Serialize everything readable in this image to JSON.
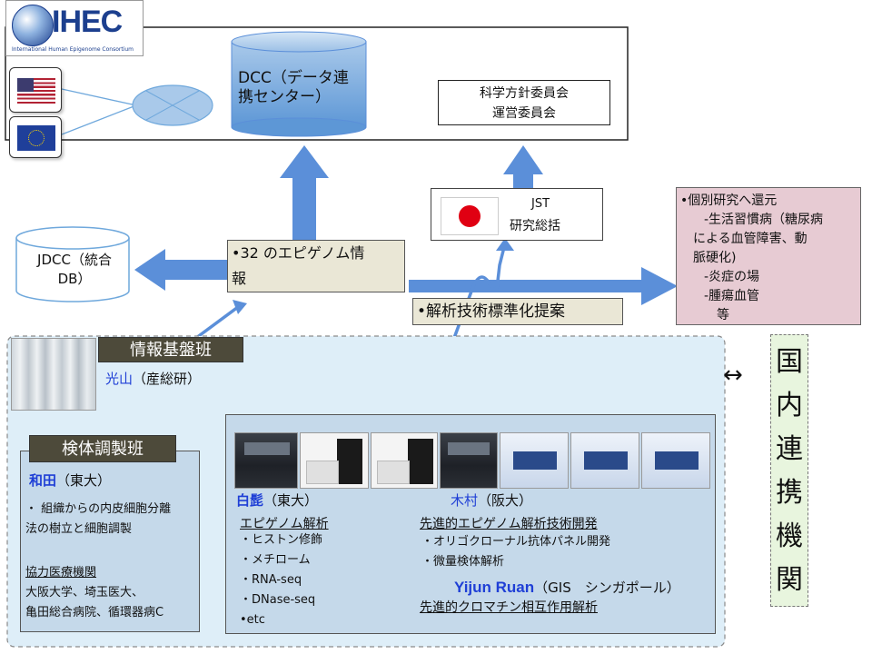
{
  "logo": {
    "text": "IHEC",
    "subtext": "International Human Epigenome Consortium"
  },
  "dcc": {
    "line1": "DCC（データ連",
    "line2": "携センター）"
  },
  "committee": {
    "line1": "科学方針委員会",
    "line2": "運営委員会"
  },
  "jst": {
    "line1": "JST",
    "line2": "研究総括"
  },
  "jdcc": {
    "line1": "JDCC（統合",
    "line2": "DB）"
  },
  "epigenome_info": {
    "line1": "•32 のエピゲノム情",
    "line2": "報"
  },
  "standardization": {
    "text": "•解析技術標準化提案"
  },
  "feedback": {
    "line1": "•個別研究へ還元",
    "line2": "-生活習慣病（糖尿病",
    "line3": "による血管障害、動",
    "line4": "脈硬化)",
    "line5": "-炎症の場",
    "line6": "-腫瘍血管",
    "line7": "等"
  },
  "domestic": {
    "chars": [
      "国",
      "内",
      "連",
      "携",
      "機",
      "関"
    ],
    "arrow": "↔"
  },
  "info_team": {
    "title": "情報基盤班",
    "leader_name": "光山",
    "leader_affil": "（産総研）"
  },
  "sample_team": {
    "title": "検体調製班",
    "leader_name": "和田",
    "leader_affil": "（東大）",
    "desc1": "・ 組織からの内皮細胞分離",
    "desc2": "法の樹立と細胞調製",
    "coop_heading": "協力医療機関",
    "coop1": "大阪大学、埼玉医大、",
    "coop2": "亀田総合病院、循環器病C"
  },
  "analysis": {
    "shirahige_name": "白髭",
    "shirahige_affil": "（東大）",
    "shirahige_heading": "エピゲノム解析",
    "shirahige_items": [
      "・ヒストン修飾",
      "・メチローム",
      "・RNA-seq",
      "・DNase-seq",
      "•etc"
    ],
    "kimura_name": "木村",
    "kimura_affil": "（阪大）",
    "kimura_heading": "先進的エピゲノム解析技術開発",
    "kimura_items": [
      "・オリゴクローナル抗体パネル開発",
      "・微量検体解析"
    ],
    "ruan_name": "Yijun Ruan",
    "ruan_affil": "（GIS　シンガポール）",
    "ruan_heading": "先進的クロマチン相互作用解析"
  },
  "colors": {
    "arrow_blue": "#5b8fd9",
    "cylinder_blue": "#6fa8dc",
    "sample_box": "#c5d9ea",
    "outer_panel": "#deeef8",
    "title_bar": "#4d4a3a",
    "label_box": "#eae7d6",
    "feedback_box": "#e7cbd3",
    "domestic_box": "#e8f5de",
    "name_blue": "#1f3fd6"
  }
}
